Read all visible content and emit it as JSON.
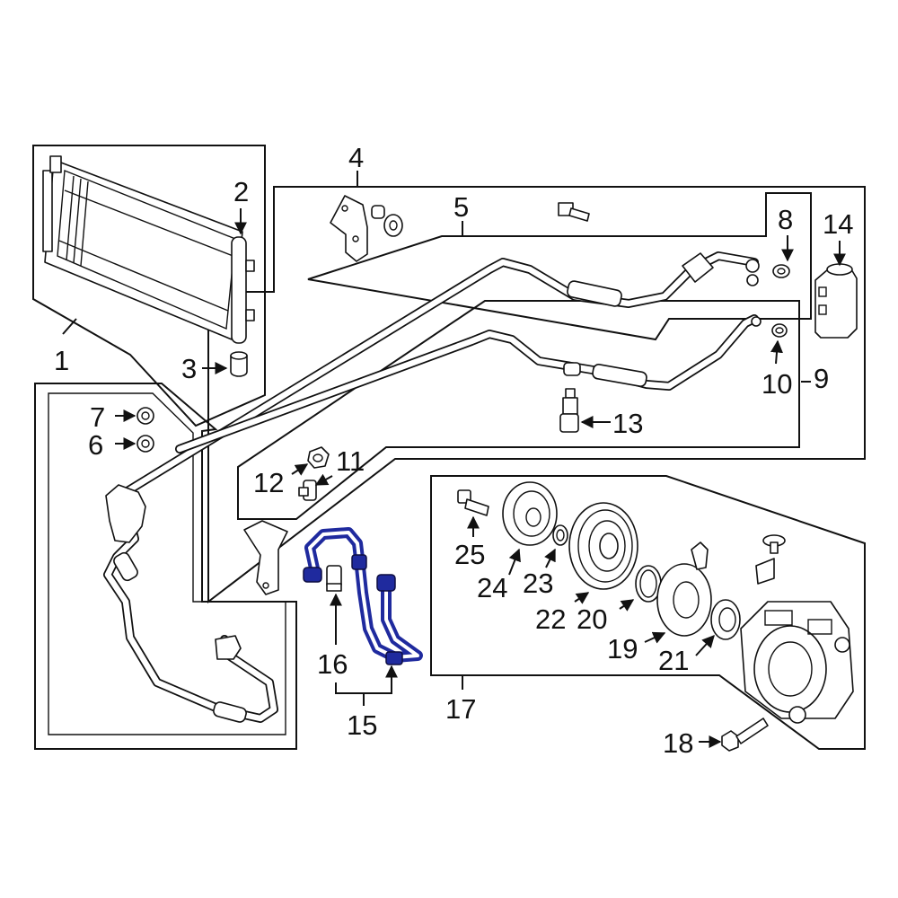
{
  "diagram": {
    "highlight_color": "#1f2a9e",
    "highlighted_part": "15",
    "callouts": {
      "c1": "1",
      "c2": "2",
      "c3": "3",
      "c4": "4",
      "c5": "5",
      "c6": "6",
      "c7": "7",
      "c8": "8",
      "c9": "9",
      "c10": "10",
      "c11": "11",
      "c12": "12",
      "c13": "13",
      "c14": "14",
      "c15": "15",
      "c16": "16",
      "c17": "17",
      "c18": "18",
      "c19": "19",
      "c20": "20",
      "c21": "21",
      "c22": "22",
      "c23": "23",
      "c24": "24",
      "c25": "25"
    }
  }
}
